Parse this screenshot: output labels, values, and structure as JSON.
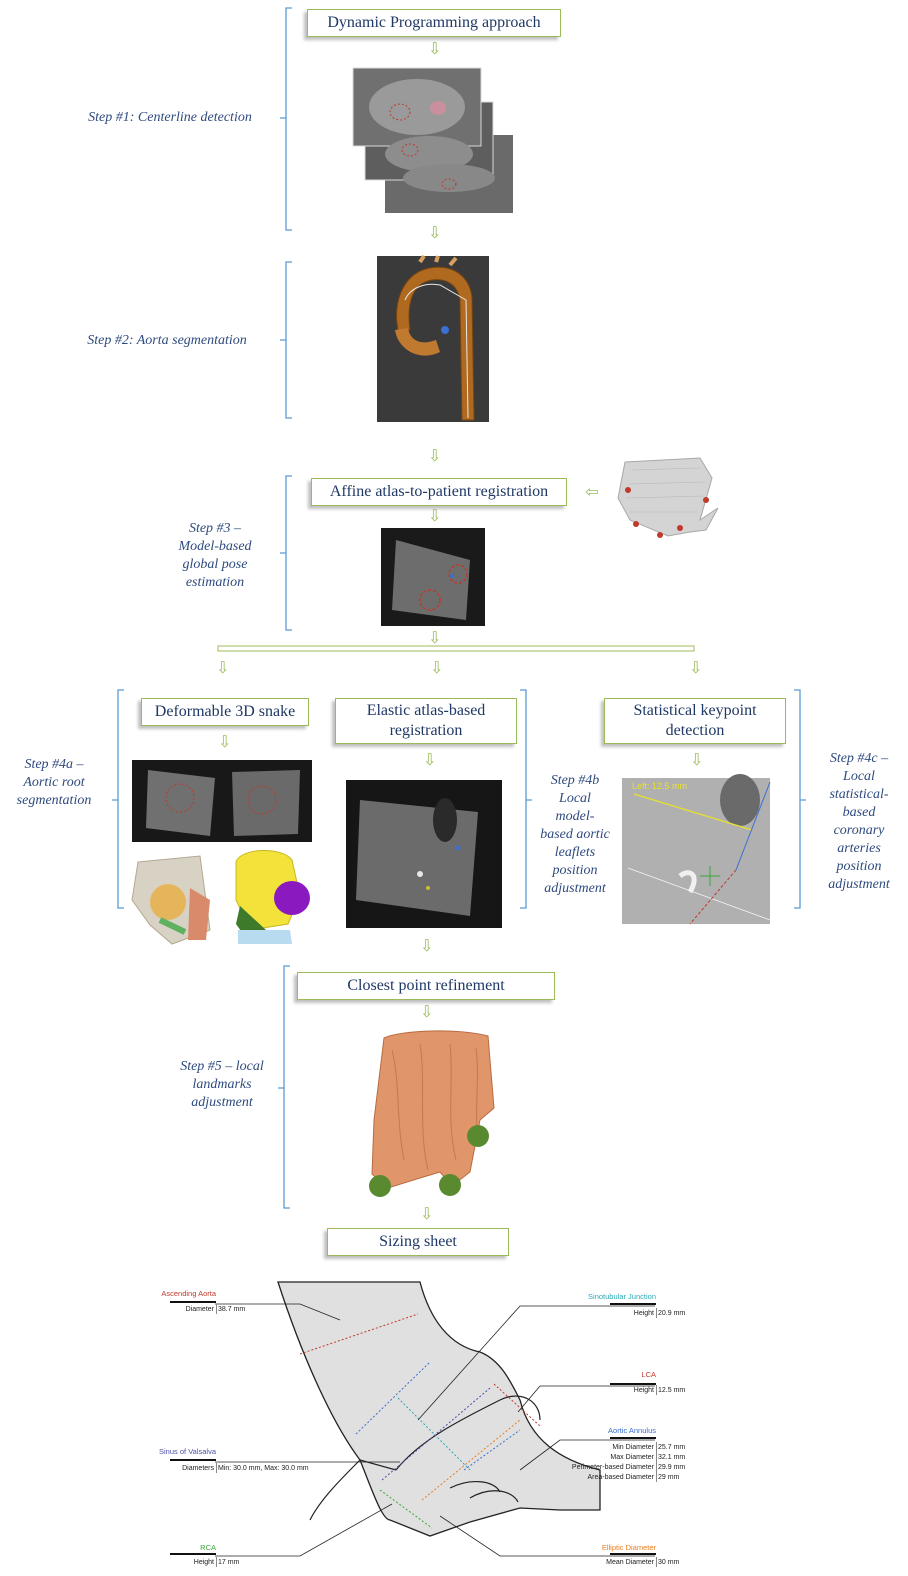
{
  "boxes": {
    "dp": "Dynamic Programming approach",
    "affine": "Affine atlas-to-patient registration",
    "snake": "Deformable 3D snake",
    "elastic": "Elastic atlas-based\nregistration",
    "keypoint": "Statistical keypoint\ndetection",
    "closest": "Closest point refinement",
    "sizing": "Sizing sheet"
  },
  "steps": {
    "s1": "Step #1: Centerline detection",
    "s2": "Step #2: Aorta segmentation",
    "s3": "Step #3 –\nModel-based\nglobal pose\nestimation",
    "s4a": "Step #4a –\nAortic root\nsegmentation",
    "s4b": "Step #4b\nLocal\nmodel-\nbased aortic\nleaflets\nposition\nadjustment",
    "s4c": "Step #4c –\nLocal\nstatistical-\nbased\ncoronary\narteries\nposition\nadjustment",
    "s5": "Step #5 – local\nlandmarks\nadjustment"
  },
  "ct_measurement": "Left: 12.5 mm",
  "sizing_sheet": {
    "ascending_aorta": {
      "title": "Ascending Aorta",
      "label": "Diameter",
      "value": "38.7 mm"
    },
    "stj": {
      "title": "Sinotubular Junction",
      "label": "Height",
      "value": "20.9 mm"
    },
    "lca": {
      "title": "LCA",
      "label": "Height",
      "value": "12.5 mm"
    },
    "sinus": {
      "title": "Sinus of Valsalva",
      "label": "Diameters",
      "value": "Min: 30.0 mm, Max: 30.0 mm"
    },
    "annulus": {
      "title": "Aortic Annulus",
      "rows": [
        {
          "label": "Min Diameter",
          "value": "25.7 mm"
        },
        {
          "label": "Max Diameter",
          "value": "32.1 mm"
        },
        {
          "label": "Perimeter-based Diameter",
          "value": "29.9 mm"
        },
        {
          "label": "Area-based Diameter",
          "value": "29 mm"
        }
      ]
    },
    "rca": {
      "title": "RCA",
      "label": "Height",
      "value": "17 mm"
    },
    "elliptic": {
      "title": "Elliptic Diameter",
      "label": "Mean Diameter",
      "value": "30 mm"
    }
  },
  "colors": {
    "box_border": "#9bbb59",
    "bracket": "#5b9bd5",
    "step_text": "#2e4a7e",
    "ascending_aorta": "#c0392b",
    "stj": "#2aa8b5",
    "lca": "#c0392b",
    "sinus": "#4b4fa8",
    "annulus": "#3b6fd0",
    "rca": "#3aa63a",
    "elliptic": "#e67e22"
  }
}
